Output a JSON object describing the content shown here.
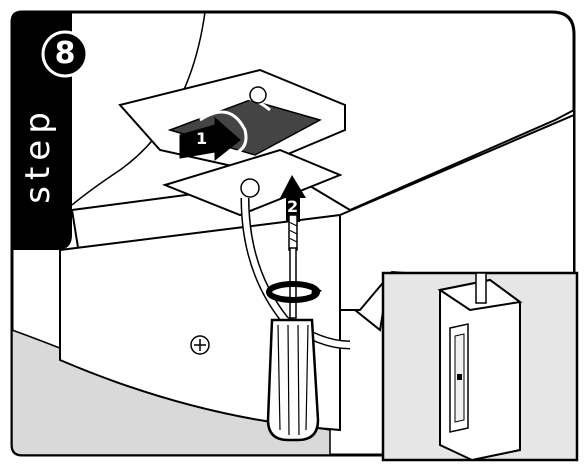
{
  "instruction_step": {
    "word": "step",
    "number": "8"
  },
  "callouts": [
    {
      "label": "1"
    },
    {
      "label": "2"
    }
  ],
  "icons": [
    "enclosure-lid",
    "pull-chain-knob",
    "screwdriver",
    "screw",
    "rotation-arrow",
    "box-cover-plate",
    "wall-receptacle-box"
  ],
  "colors": {
    "outline": "#000000",
    "fill": "#ffffff",
    "inset_background": "#e6e6e6",
    "floor_shadow": "#d9d9d9"
  }
}
